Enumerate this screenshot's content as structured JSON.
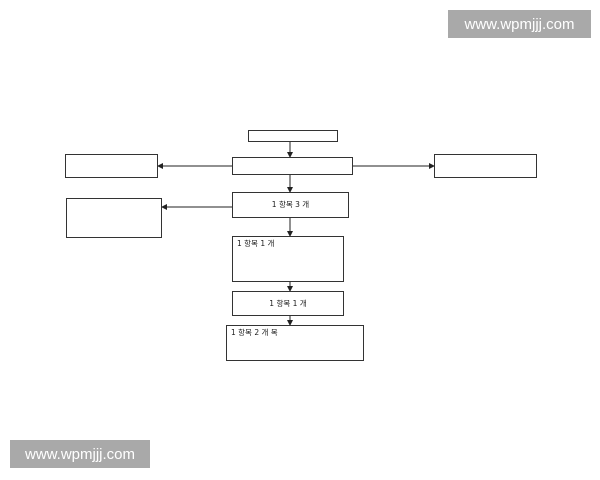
{
  "watermarks": {
    "top": "www.wpmjjj.com",
    "bottom": "www.wpmjjj.com"
  },
  "diagram": {
    "title": "",
    "subtitle": "",
    "nodes": {
      "start": "",
      "step1": "",
      "step2": {
        "line1": "",
        "line2": "1 항목 3 개"
      },
      "step3": {
        "line1": "",
        "line2": "",
        "line3": "",
        "line4": "1 항목 1 개"
      },
      "step4": {
        "line1": "",
        "line2": "1 항목 1 개"
      },
      "step5": {
        "line1": "",
        "line2": "1 항목 2 개 목",
        "line3": ""
      },
      "side_left_top": {
        "line1": "",
        "line2": ""
      },
      "side_left_bottom": {
        "line1": "",
        "line2": "",
        "line3": ""
      },
      "side_right": {
        "line1": "",
        "line2": ""
      }
    },
    "labels": {
      "left_branch": {
        "line1": "",
        "line2": ""
      },
      "right_branch": {
        "line1": "",
        "line2": ""
      },
      "right_bottom": ""
    }
  }
}
